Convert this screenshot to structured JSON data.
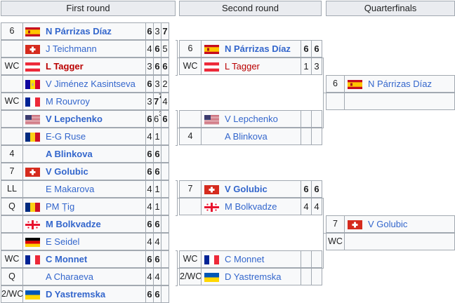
{
  "headers": {
    "first_round": "First round",
    "second_round": "Second round",
    "quarterfinals": "Quarterfinals"
  },
  "first_round": [
    {
      "seed": "6",
      "flag": "spain",
      "name": "N Párrizas Díaz",
      "style": "win",
      "scores": [
        "6",
        "3",
        "7"
      ],
      "sup": [
        "",
        "",
        ""
      ],
      "bold": [
        true,
        false,
        true
      ]
    },
    {
      "seed": "",
      "flag": "switzerland",
      "name": "J Teichmann",
      "style": "link",
      "scores": [
        "4",
        "6",
        "5"
      ],
      "sup": [
        "",
        "",
        ""
      ],
      "bold": [
        false,
        true,
        false
      ]
    },
    {
      "seed": "WC",
      "flag": "austria",
      "name": "L Tagger",
      "style": "red",
      "scores": [
        "3",
        "6",
        "6"
      ],
      "sup": [
        "",
        "",
        ""
      ],
      "bold": [
        false,
        true,
        true
      ]
    },
    {
      "seed": "",
      "flag": "andorra",
      "name": "V Jiménez Kasintseva",
      "style": "link",
      "scores": [
        "6",
        "3",
        "2"
      ],
      "sup": [
        "",
        "",
        ""
      ],
      "bold": [
        true,
        false,
        false
      ]
    },
    {
      "seed": "WC",
      "flag": "france",
      "name": "M Rouvroy",
      "style": "link",
      "scores": [
        "3",
        "7",
        "4"
      ],
      "sup": [
        "",
        "7",
        ""
      ],
      "bold": [
        false,
        true,
        false
      ]
    },
    {
      "seed": "",
      "flag": "usa",
      "name": "V Lepchenko",
      "style": "win",
      "scores": [
        "6",
        "6",
        "6"
      ],
      "sup": [
        "",
        "3",
        ""
      ],
      "bold": [
        true,
        false,
        true
      ]
    },
    {
      "seed": "",
      "flag": "romania",
      "name": "E-G Ruse",
      "style": "link",
      "scores": [
        "4",
        "1",
        ""
      ],
      "sup": [
        "",
        "",
        ""
      ],
      "bold": [
        false,
        false,
        false
      ]
    },
    {
      "seed": "4",
      "flag": "",
      "name": "A Blinkova",
      "style": "win",
      "scores": [
        "6",
        "6",
        ""
      ],
      "sup": [
        "",
        "",
        ""
      ],
      "bold": [
        true,
        true,
        false
      ]
    },
    {
      "seed": "7",
      "flag": "switzerland",
      "name": "V Golubic",
      "style": "win",
      "scores": [
        "6",
        "6",
        ""
      ],
      "sup": [
        "",
        "",
        ""
      ],
      "bold": [
        true,
        true,
        false
      ]
    },
    {
      "seed": "LL",
      "flag": "",
      "name": "E Makarova",
      "style": "link",
      "scores": [
        "4",
        "1",
        ""
      ],
      "sup": [
        "",
        "",
        ""
      ],
      "bold": [
        false,
        false,
        false
      ]
    },
    {
      "seed": "Q",
      "flag": "romania",
      "name": "PM Țig",
      "style": "link",
      "scores": [
        "4",
        "1",
        ""
      ],
      "sup": [
        "",
        "",
        ""
      ],
      "bold": [
        false,
        false,
        false
      ]
    },
    {
      "seed": "",
      "flag": "georgia",
      "name": "M Bolkvadze",
      "style": "win",
      "scores": [
        "6",
        "6",
        ""
      ],
      "sup": [
        "",
        "",
        ""
      ],
      "bold": [
        true,
        true,
        false
      ]
    },
    {
      "seed": "",
      "flag": "germany",
      "name": "E Seidel",
      "style": "link",
      "scores": [
        "4",
        "4",
        ""
      ],
      "sup": [
        "",
        "",
        ""
      ],
      "bold": [
        false,
        false,
        false
      ]
    },
    {
      "seed": "WC",
      "flag": "france",
      "name": "C Monnet",
      "style": "win",
      "scores": [
        "6",
        "6",
        ""
      ],
      "sup": [
        "",
        "",
        ""
      ],
      "bold": [
        true,
        true,
        false
      ]
    },
    {
      "seed": "Q",
      "flag": "",
      "name": "A Charaeva",
      "style": "link",
      "scores": [
        "4",
        "4",
        ""
      ],
      "sup": [
        "",
        "",
        ""
      ],
      "bold": [
        false,
        false,
        false
      ]
    },
    {
      "seed": "2/WC",
      "flag": "ukraine",
      "name": "D Yastremska",
      "style": "win",
      "scores": [
        "6",
        "6",
        ""
      ],
      "sup": [
        "",
        "",
        ""
      ],
      "bold": [
        true,
        true,
        false
      ]
    }
  ],
  "second_round": [
    {
      "seed": "6",
      "flag": "spain",
      "name": "N Párrizas Díaz",
      "style": "win",
      "scores": [
        "6",
        "6"
      ],
      "bold": [
        true,
        true
      ]
    },
    {
      "seed": "WC",
      "flag": "austria",
      "name": "L Tagger",
      "style": "red-plain",
      "scores": [
        "1",
        "3"
      ],
      "bold": [
        false,
        false
      ]
    },
    {
      "seed": "",
      "flag": "usa",
      "name": "V Lepchenko",
      "style": "link",
      "scores": [
        "",
        ""
      ],
      "bold": [
        false,
        false
      ]
    },
    {
      "seed": "4",
      "flag": "",
      "name": "A Blinkova",
      "style": "link",
      "scores": [
        "",
        ""
      ],
      "bold": [
        false,
        false
      ]
    },
    {
      "seed": "7",
      "flag": "switzerland",
      "name": "V Golubic",
      "style": "win",
      "scores": [
        "6",
        "6"
      ],
      "bold": [
        true,
        true
      ]
    },
    {
      "seed": "",
      "flag": "georgia",
      "name": "M Bolkvadze",
      "style": "link",
      "scores": [
        "4",
        "4"
      ],
      "bold": [
        false,
        false
      ]
    },
    {
      "seed": "WC",
      "flag": "france",
      "name": "C Monnet",
      "style": "link",
      "scores": [
        "",
        ""
      ],
      "bold": [
        false,
        false
      ]
    },
    {
      "seed": "2/WC",
      "flag": "ukraine",
      "name": "D Yastremska",
      "style": "link",
      "scores": [
        "",
        ""
      ],
      "bold": [
        false,
        false
      ]
    }
  ],
  "quarterfinals": [
    {
      "seed": "6",
      "flag": "spain",
      "name": "N Párrizas Díaz",
      "style": "link"
    },
    {
      "seed": "",
      "flag": "",
      "name": "",
      "style": "link"
    },
    {
      "seed": "7",
      "flag": "switzerland",
      "name": "V Golubic",
      "style": "link"
    },
    {
      "seed": "WC",
      "flag": "",
      "name": "",
      "style": "link"
    }
  ],
  "colors": {
    "link": "#3366cc",
    "red": "#ba0000",
    "border": "#a2a9b1",
    "header_bg": "#eaecf0",
    "cell_bg": "#f8f9fa"
  }
}
